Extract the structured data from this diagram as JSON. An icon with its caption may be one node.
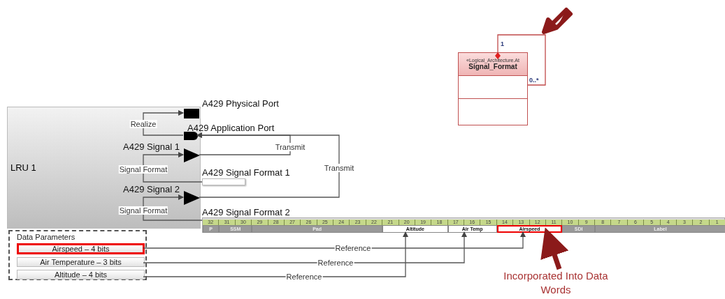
{
  "diagram": {
    "nodes": [
      {
        "text": [
          "«Logical_Architecture.At",
          "Signal_Format"
        ]
      },
      {
        "text": [
          "LRU 1"
        ]
      },
      {
        "text": [],
        "shape": "box",
        "beside": [
          "A429 Physical Port"
        ],
        "in": 1
      },
      {
        "text": [],
        "shape": "box",
        "beside": [
          "A429 Application Port"
        ],
        "in": 1
      },
      {
        "text": [],
        "shape": "triangle",
        "beside": [
          "A429 Signal 1"
        ],
        "in": 1
      },
      {
        "text": [],
        "shape": "bar",
        "beside": [
          "A429 Signal Format 1"
        ]
      },
      {
        "text": [],
        "shape": "triangle",
        "beside": [
          "A429 Signal 2"
        ],
        "in": 1
      },
      {
        "text": [],
        "shape": "bar",
        "beside": [
          "A429 Signal Format 2"
        ]
      },
      {
        "text": [
          "P"
        ],
        "in": 7
      },
      {
        "text": [
          "SSM"
        ],
        "in": 7
      },
      {
        "text": [
          "Pad"
        ],
        "in": 7
      },
      {
        "text": [
          "Altitude"
        ],
        "in": 7
      },
      {
        "text": [
          "Air Temp"
        ],
        "in": 7
      },
      {
        "text": [
          "Airspeed"
        ],
        "in": 7
      },
      {
        "text": [
          "SDI"
        ],
        "in": 7
      },
      {
        "text": [
          "Label"
        ],
        "in": 7
      },
      {
        "text": [
          "Data Parameters"
        ]
      },
      {
        "text": [
          "Airspeed – 4 bits"
        ],
        "in": 16
      },
      {
        "text": [
          "Air Temperature – 3 bits"
        ],
        "in": 16
      },
      {
        "text": [
          "Altitude – 4 bits"
        ],
        "in": 16
      },
      {
        "text": [
          "Incorporated Into Data Words"
        ]
      }
    ],
    "edges": [
      {
        "from": 3,
        "to": 2,
        "arrow": "to",
        "label": "Realize"
      },
      {
        "from": 5,
        "to": 4,
        "arrow": "to",
        "label": "Signal Format"
      },
      {
        "from": 7,
        "to": 6,
        "arrow": "to",
        "label": "Signal Format"
      },
      {
        "from": 4,
        "to": 3,
        "arrow": "to",
        "label": "Transmit"
      },
      {
        "from": 6,
        "to": 3,
        "arrow": "to",
        "label": "Transmit"
      },
      {
        "from": 17,
        "to": 13,
        "arrow": "to",
        "label": "Reference"
      },
      {
        "from": 18,
        "to": 12,
        "arrow": "to",
        "label": "Reference"
      },
      {
        "from": 19,
        "to": 11,
        "arrow": "to",
        "label": "Reference"
      },
      {
        "from": 20,
        "to": 13,
        "arrow": "to",
        "style": "thick",
        "color": "#8b1a1a"
      },
      {
        "from": 0,
        "to": 0,
        "arrow": "other",
        "color": "#c04a4a"
      }
    ],
    "labels": [
      "1",
      "0..*",
      "32",
      "31",
      "30",
      "29",
      "28",
      "27",
      "26",
      "25",
      "24",
      "23",
      "22",
      "21",
      "20",
      "19",
      "18",
      "17",
      "16",
      "15",
      "14",
      "13",
      "12",
      "11",
      "10",
      "9",
      "8",
      "7",
      "6",
      "5",
      "4",
      "3",
      "2",
      "1"
    ]
  }
}
